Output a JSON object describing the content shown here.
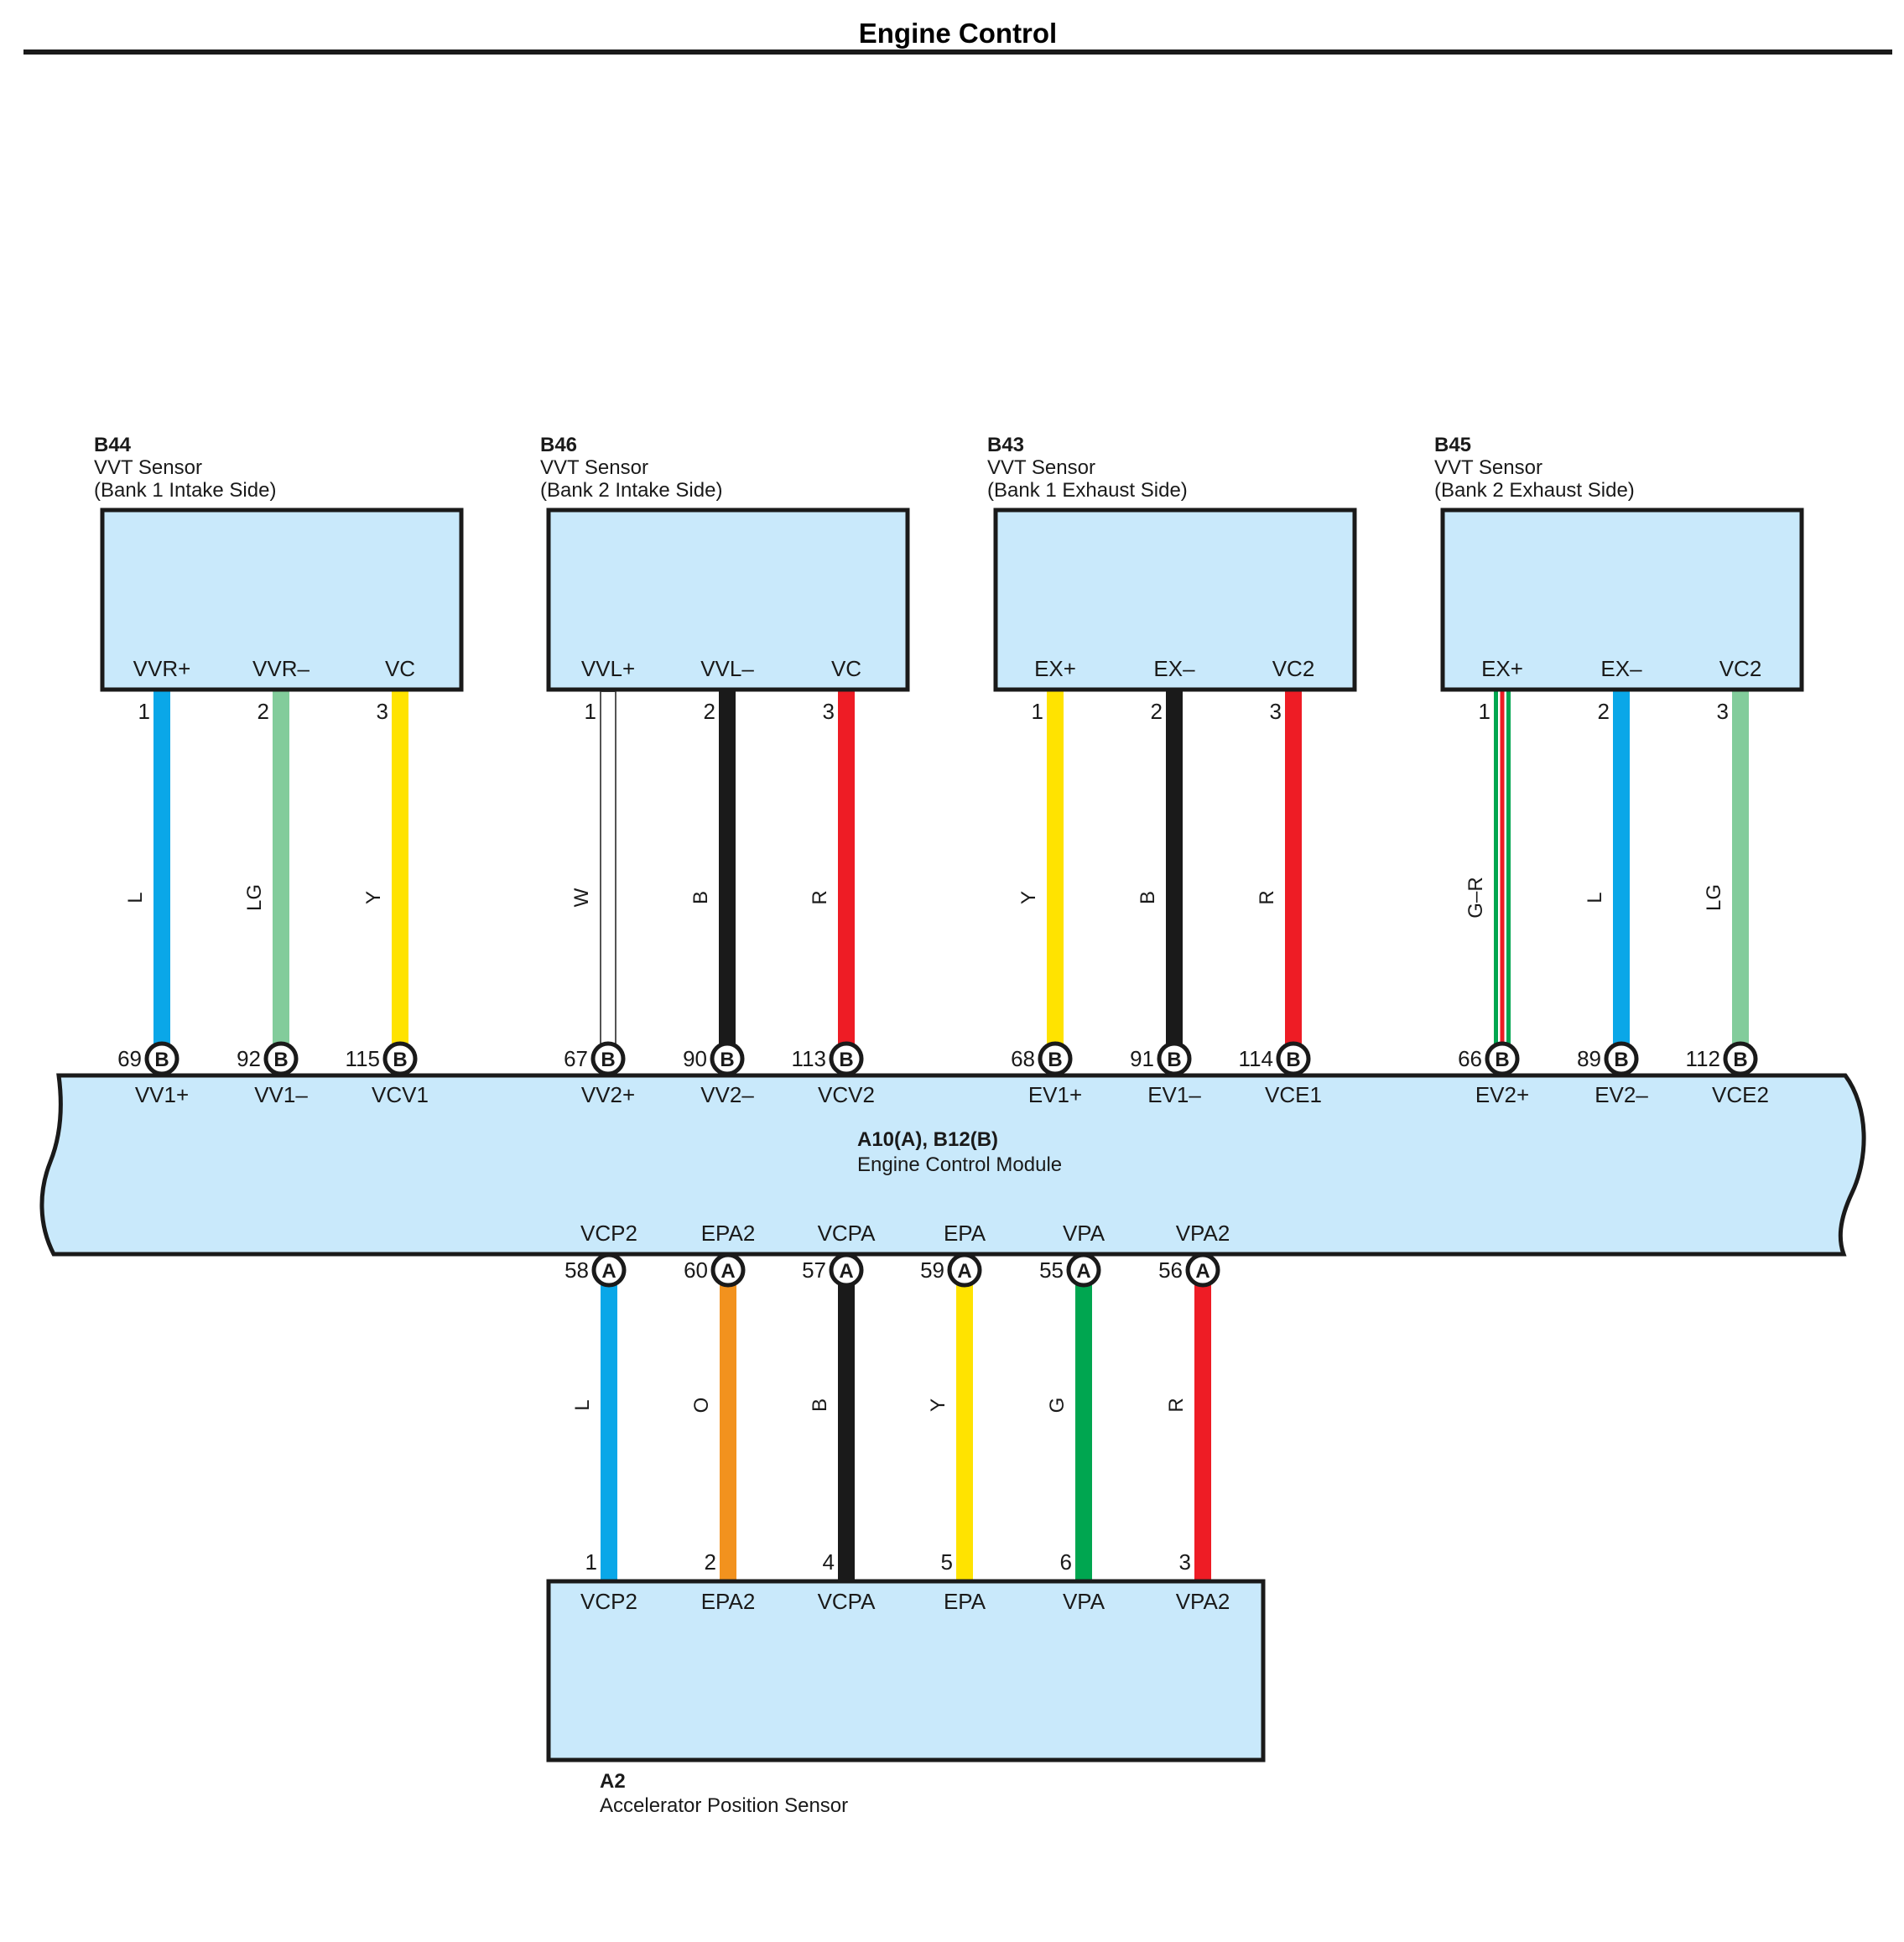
{
  "title": "Engine Control",
  "colors": {
    "box_fill": "#c9e9fb",
    "line": "#1a1a1a",
    "L": "#0aa7e8",
    "LG": "#82cc9b",
    "Y": "#ffe300",
    "W": "#ffffff",
    "B": "#1a1a1a",
    "R": "#ee1c25",
    "O": "#f2921e",
    "G": "#00a650"
  },
  "ecm": {
    "code": "A10(A), B12(B)",
    "name": "Engine Control Module"
  },
  "sensors": [
    {
      "code": "B44",
      "name": "VVT Sensor",
      "side": "(Bank 1 Intake Side)",
      "wires": [
        {
          "terminal": "VVR+",
          "pin": "1",
          "color": "L",
          "ecm_pin": "69",
          "connector": "B",
          "ecm_terminal": "VV1+"
        },
        {
          "terminal": "VVR–",
          "pin": "2",
          "color": "LG",
          "ecm_pin": "92",
          "connector": "B",
          "ecm_terminal": "VV1–"
        },
        {
          "terminal": "VC",
          "pin": "3",
          "color": "Y",
          "ecm_pin": "115",
          "connector": "B",
          "ecm_terminal": "VCV1"
        }
      ]
    },
    {
      "code": "B46",
      "name": "VVT Sensor",
      "side": "(Bank 2 Intake Side)",
      "wires": [
        {
          "terminal": "VVL+",
          "pin": "1",
          "color": "W",
          "ecm_pin": "67",
          "connector": "B",
          "ecm_terminal": "VV2+"
        },
        {
          "terminal": "VVL–",
          "pin": "2",
          "color": "B",
          "ecm_pin": "90",
          "connector": "B",
          "ecm_terminal": "VV2–"
        },
        {
          "terminal": "VC",
          "pin": "3",
          "color": "R",
          "ecm_pin": "113",
          "connector": "B",
          "ecm_terminal": "VCV2"
        }
      ]
    },
    {
      "code": "B43",
      "name": "VVT Sensor",
      "side": "(Bank 1 Exhaust Side)",
      "wires": [
        {
          "terminal": "EX+",
          "pin": "1",
          "color": "Y",
          "ecm_pin": "68",
          "connector": "B",
          "ecm_terminal": "EV1+"
        },
        {
          "terminal": "EX–",
          "pin": "2",
          "color": "B",
          "ecm_pin": "91",
          "connector": "B",
          "ecm_terminal": "EV1–"
        },
        {
          "terminal": "VC2",
          "pin": "3",
          "color": "R",
          "ecm_pin": "114",
          "connector": "B",
          "ecm_terminal": "VCE1"
        }
      ]
    },
    {
      "code": "B45",
      "name": "VVT Sensor",
      "side": "(Bank 2 Exhaust Side)",
      "wires": [
        {
          "terminal": "EX+",
          "pin": "1",
          "color": "G–R",
          "ecm_pin": "66",
          "connector": "B",
          "ecm_terminal": "EV2+"
        },
        {
          "terminal": "EX–",
          "pin": "2",
          "color": "L",
          "ecm_pin": "89",
          "connector": "B",
          "ecm_terminal": "EV2–"
        },
        {
          "terminal": "VC2",
          "pin": "3",
          "color": "LG",
          "ecm_pin": "112",
          "connector": "B",
          "ecm_terminal": "VCE2"
        }
      ]
    }
  ],
  "accel_sensor": {
    "code": "A2",
    "name": "Accelerator Position Sensor",
    "wires": [
      {
        "ecm_terminal": "VCP2",
        "ecm_pin": "58",
        "connector": "A",
        "color": "L",
        "pin": "1",
        "terminal": "VCP2"
      },
      {
        "ecm_terminal": "EPA2",
        "ecm_pin": "60",
        "connector": "A",
        "color": "O",
        "pin": "2",
        "terminal": "EPA2"
      },
      {
        "ecm_terminal": "VCPA",
        "ecm_pin": "57",
        "connector": "A",
        "color": "B",
        "pin": "4",
        "terminal": "VCPA"
      },
      {
        "ecm_terminal": "EPA",
        "ecm_pin": "59",
        "connector": "A",
        "color": "Y",
        "pin": "5",
        "terminal": "EPA"
      },
      {
        "ecm_terminal": "VPA",
        "ecm_pin": "55",
        "connector": "A",
        "color": "G",
        "pin": "6",
        "terminal": "VPA"
      },
      {
        "ecm_terminal": "VPA2",
        "ecm_pin": "56",
        "connector": "A",
        "color": "R",
        "pin": "3",
        "terminal": "VPA2"
      }
    ]
  }
}
